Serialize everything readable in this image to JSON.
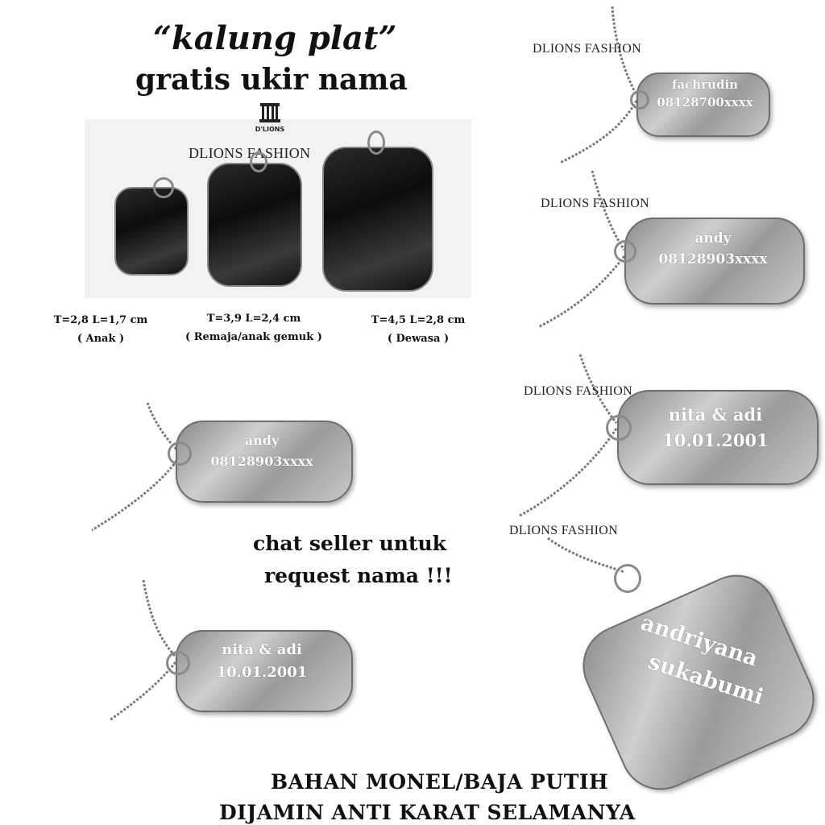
{
  "header": {
    "title": "“kalung plat”",
    "subtitle": "gratis ukir nama"
  },
  "logo": {
    "label": "D'LIONS"
  },
  "watermark": "DLIONS FASHION",
  "sizes": [
    {
      "dims": "T=2,8  L=1,7 cm",
      "label": "( Anak )"
    },
    {
      "dims": "T=3,9   L=2,4 cm",
      "label": "( Remaja/anak gemuk )"
    },
    {
      "dims": "T=4,5   L=2,8 cm",
      "label": "( Dewasa )"
    }
  ],
  "tags": {
    "fachrudin": {
      "line1": "fachrudin",
      "line2": "08128700xxxx"
    },
    "andy_right": {
      "line1": "andy",
      "line2": "08128903xxxx"
    },
    "andy_left": {
      "line1": "andy",
      "line2": "08128903xxxx"
    },
    "nita_right": {
      "line1": "nita & adi",
      "line2": "10.01.2001"
    },
    "nita_left": {
      "line1": "nita & adi",
      "line2": "10.01.2001"
    },
    "andriyana": {
      "line1": "andriyana",
      "line2": "sukabumi"
    }
  },
  "promo": {
    "line1": "chat seller untuk",
    "line2": "request nama !!!"
  },
  "footer": {
    "line1": "BAHAN MONEL/BAJA PUTIH",
    "line2": "DIJAMIN ANTI KARAT SELAMANYA"
  },
  "colors": {
    "plate_steel": "#c0c0c0",
    "plate_dark": "#111111",
    "text": "#111111",
    "background": "#ffffff"
  }
}
